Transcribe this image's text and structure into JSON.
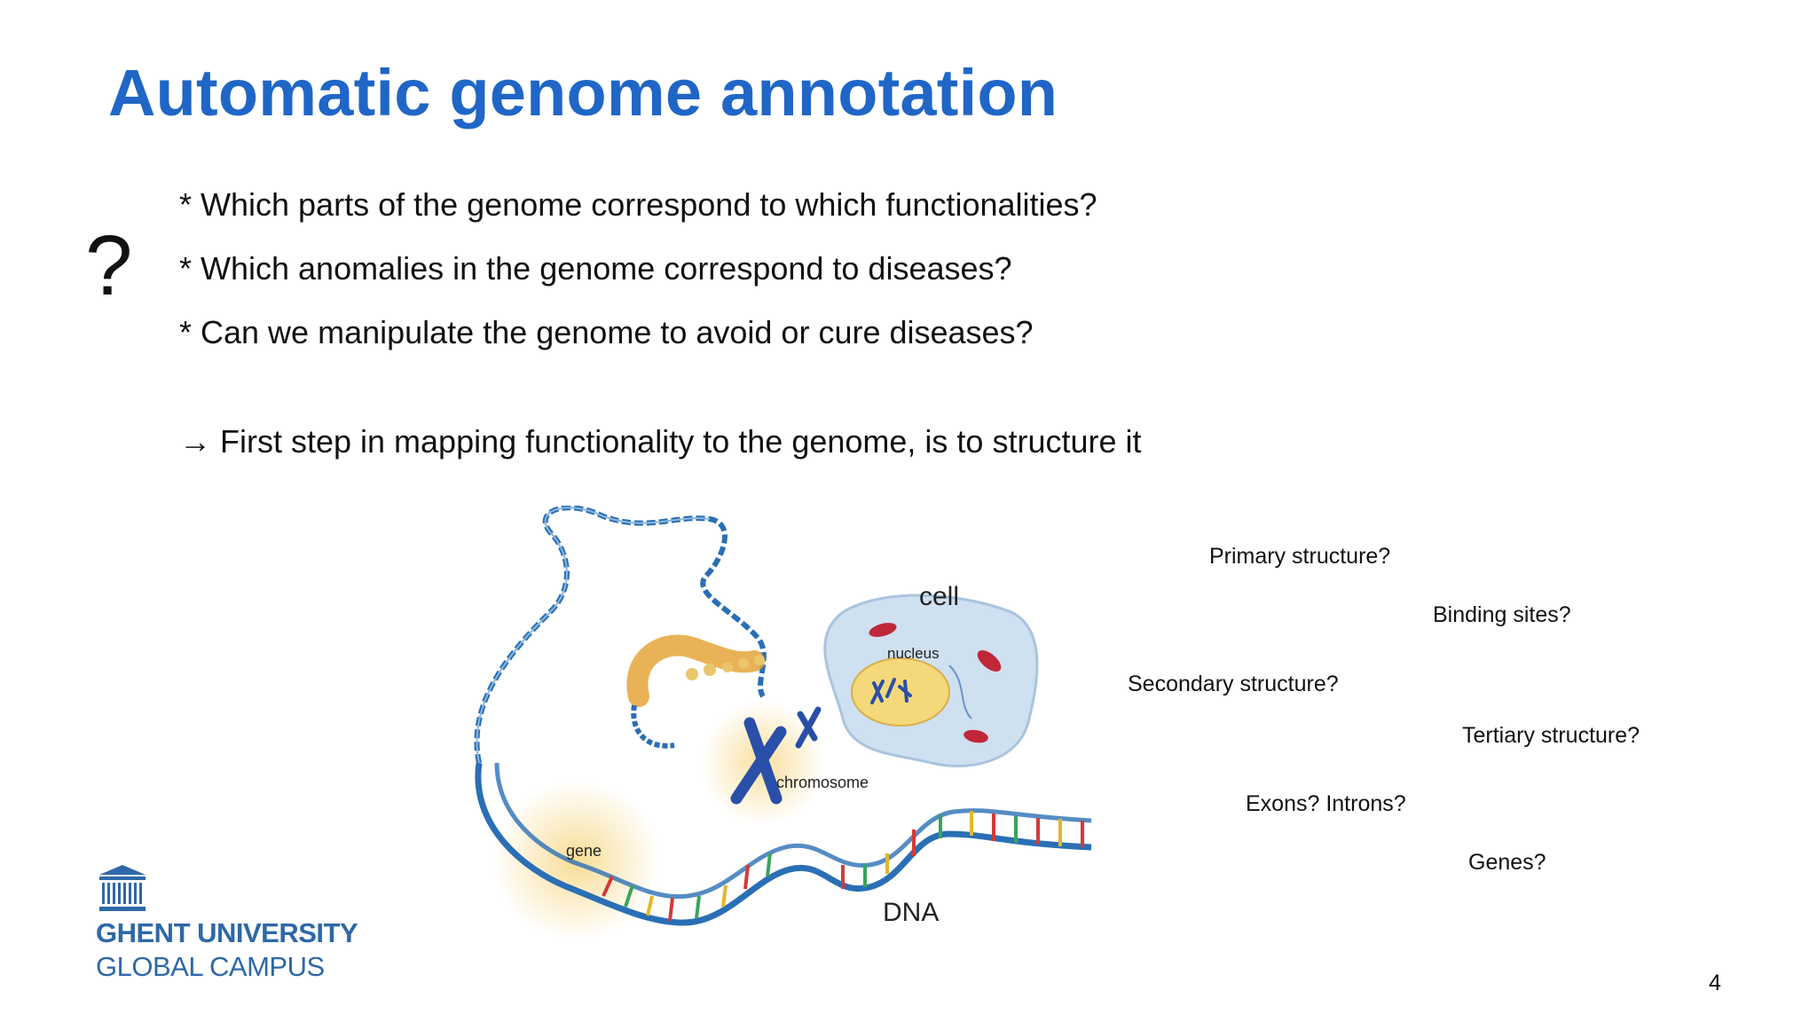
{
  "slide": {
    "title": "Automatic genome annotation",
    "question_mark": "?",
    "bullets": [
      "* Which parts of the genome correspond to which functionalities?",
      "* Which anomalies in the genome correspond to diseases?",
      "* Can we manipulate the genome to avoid or cure diseases?"
    ],
    "conclusion": "→ First step in mapping functionality to the genome, is to structure it",
    "structure_questions": [
      "Primary structure?",
      "Binding sites?",
      "Secondary structure?",
      "Tertiary structure?",
      "Exons? Introns?",
      "Genes?"
    ],
    "page_number": "4"
  },
  "illustration": {
    "labels": {
      "cell": "cell",
      "nucleus": "nucleus",
      "chromosome": "chromosome",
      "gene": "gene",
      "dna": "DNA"
    }
  },
  "logo": {
    "line1": "GHENT UNIVERSITY",
    "line2": "GLOBAL CAMPUS"
  },
  "colors": {
    "title": "#1f66c7",
    "logo": "#2e68a8",
    "dna_blue": "#2a6fb5",
    "chromosome": "#2a4fa8",
    "cell_fill": "#cfe0f0",
    "nucleus_fill": "#f5d87a",
    "mitochondria": "#c0283a"
  }
}
